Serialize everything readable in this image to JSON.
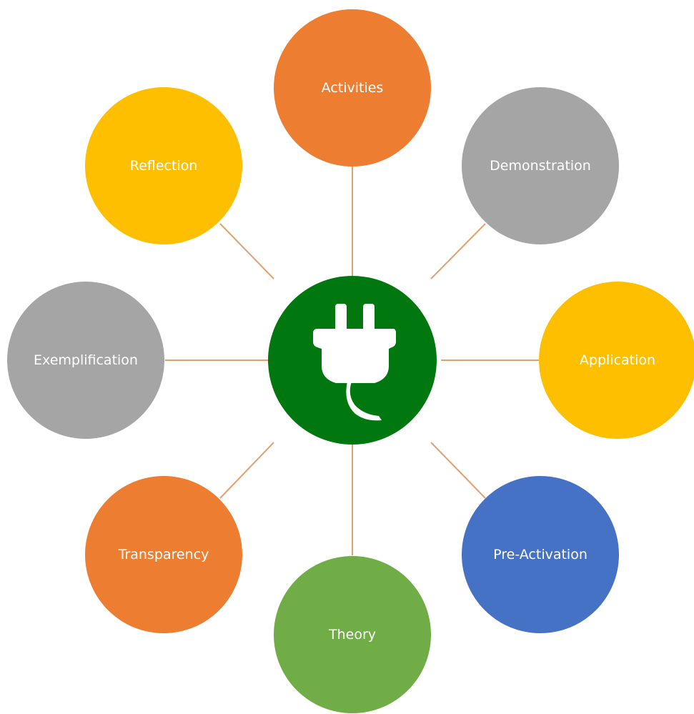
{
  "center": {
    "icon": "power-plug-icon",
    "color": "#00780f"
  },
  "connector_color": "#e0a070",
  "nodes": [
    {
      "id": "activities",
      "label": "Activities",
      "color": "#ec7d31"
    },
    {
      "id": "demonstration",
      "label": "Demonstration",
      "color": "#a5a5a5"
    },
    {
      "id": "application",
      "label": "Application",
      "color": "#fdbf00"
    },
    {
      "id": "pre-activation",
      "label": "Pre-Activation",
      "color": "#4572c4"
    },
    {
      "id": "theory",
      "label": "Theory",
      "color": "#71ad47"
    },
    {
      "id": "transparency",
      "label": "Transparency",
      "color": "#ec7d31"
    },
    {
      "id": "exemplification",
      "label": "Exemplification",
      "color": "#a5a5a5"
    },
    {
      "id": "reflection",
      "label": "Reflection",
      "color": "#fdbf00"
    }
  ]
}
